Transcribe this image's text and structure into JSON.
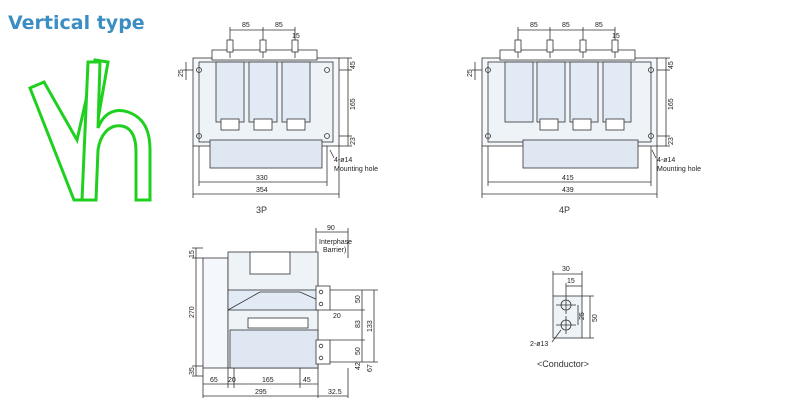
{
  "title": "Vertical type",
  "logo_text": "Vh",
  "views": {
    "p3": {
      "label": "3P",
      "dims": {
        "top1": "85",
        "top2": "85",
        "top3": "15",
        "left": "25",
        "right1": "45",
        "right2": "165",
        "right3": "23",
        "hole": "4-ø14",
        "hole2": "Mounting hole",
        "w1": "330",
        "w2": "354"
      }
    },
    "p4": {
      "label": "4P",
      "dims": {
        "top1": "85",
        "top2": "85",
        "top3": "85",
        "top4": "15",
        "left": "25",
        "right1": "45",
        "right2": "165",
        "right3": "23",
        "hole": "4-ø14",
        "hole2": "Mounting hole",
        "w1": "415",
        "w2": "439"
      }
    },
    "side": {
      "dims": {
        "top": "90",
        "barrier1": "Interphase",
        "barrier2": "Barrier)",
        "l15": "15",
        "l270": "270",
        "l35": "35",
        "r50a": "50",
        "r20": "20",
        "r83": "83",
        "r133": "133",
        "r50b": "50",
        "r42": "42",
        "r67": "67",
        "b65": "65",
        "b20": "20",
        "b165": "165",
        "b45": "45",
        "b295": "295",
        "b325": "32.5"
      }
    },
    "conductor": {
      "label": "<Conductor>",
      "dims": {
        "w30": "30",
        "w15": "15",
        "h25": "25",
        "h50": "50",
        "hole": "2-ø13"
      }
    }
  },
  "colors": {
    "title": "#3b8dc4",
    "logo": "#1fd01f",
    "body": "#e8eef5",
    "line": "#333333"
  }
}
